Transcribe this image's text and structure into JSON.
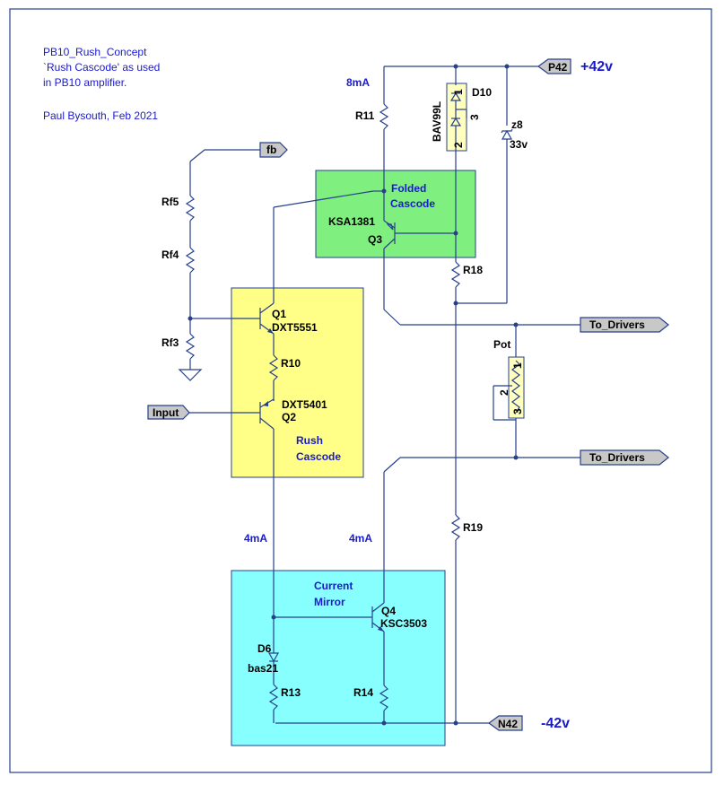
{
  "header_note": {
    "line1": "PB10_Rush_Concept",
    "line2": "`Rush Cascode' as used",
    "line3": "in PB10 amplifier.",
    "author": "Paul Bysouth, Feb 2021"
  },
  "rails": {
    "positive_port": "P42",
    "positive_voltage": "+42v",
    "negative_port": "N42",
    "negative_voltage": "-42v"
  },
  "ports": {
    "feedback": "fb",
    "input": "Input",
    "to_drivers_top": "To_Drivers",
    "to_drivers_bottom": "To_Drivers"
  },
  "blocks": {
    "folded_cascode_l1": "Folded",
    "folded_cascode_l2": "Cascode",
    "rush_cascode_l1": "Rush",
    "rush_cascode_l2": "Cascode",
    "current_mirror_l1": "Current",
    "current_mirror_l2": "Mirror",
    "colors": {
      "folded": "#7ff07f",
      "rush": "#ffff88",
      "mirror": "#88ffff"
    }
  },
  "currents": {
    "top": "8mA",
    "left": "4mA",
    "right": "4mA"
  },
  "components": {
    "R11": "R11",
    "R10": "R10",
    "R13": "R13",
    "R14": "R14",
    "R18": "R18",
    "R19": "R19",
    "Rf5": "Rf5",
    "Rf4": "Rf4",
    "Rf3": "Rf3",
    "Q1_ref": "Q1",
    "Q1_part": "DXT5551",
    "Q2_ref": "Q2",
    "Q2_part": "DXT5401",
    "Q3_ref": "Q3",
    "Q3_part": "KSA1381",
    "Q4_ref": "Q4",
    "Q4_part": "KSC3503",
    "D6_ref": "D6",
    "D6_part": "bas21",
    "D10_ref": "D10",
    "D10_part": "BAV99L",
    "Z8_ref": "z8",
    "Z8_value": "33v",
    "Pot_ref": "Pot",
    "d10_pin1": "1",
    "d10_pin2": "2",
    "d10_pin3": "3",
    "pot_pin1": "1",
    "pot_pin2": "2",
    "pot_pin3": "3"
  }
}
